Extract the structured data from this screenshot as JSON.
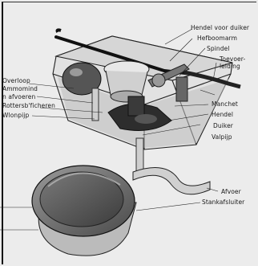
{
  "labels_right": [
    "Hendel voor duiker",
    "Hefboomarm",
    "Spindel",
    "Toevoer-",
    "leiding",
    "Manchet",
    "Hendel",
    "Duiker",
    "Valpijp",
    "Afvoer",
    "Stankafsluiter"
  ],
  "labels_left": [
    "Overloop",
    "Ammomind",
    "n afvoeren",
    "Rottersb'ficheren",
    "Wlonpijp"
  ]
}
